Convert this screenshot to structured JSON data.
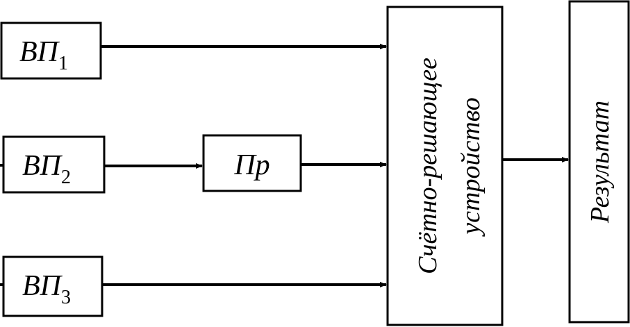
{
  "blocks": {
    "vp1": {
      "main": "ВП",
      "sub": "1"
    },
    "vp2": {
      "main": "ВП",
      "sub": "2"
    },
    "vp3": {
      "main": "ВП",
      "sub": "3"
    },
    "pr": {
      "label": "Пр"
    },
    "calc_device": {
      "line1": "Счётно-решающее",
      "line2": "устройство"
    },
    "result": {
      "label": "Результат"
    }
  }
}
